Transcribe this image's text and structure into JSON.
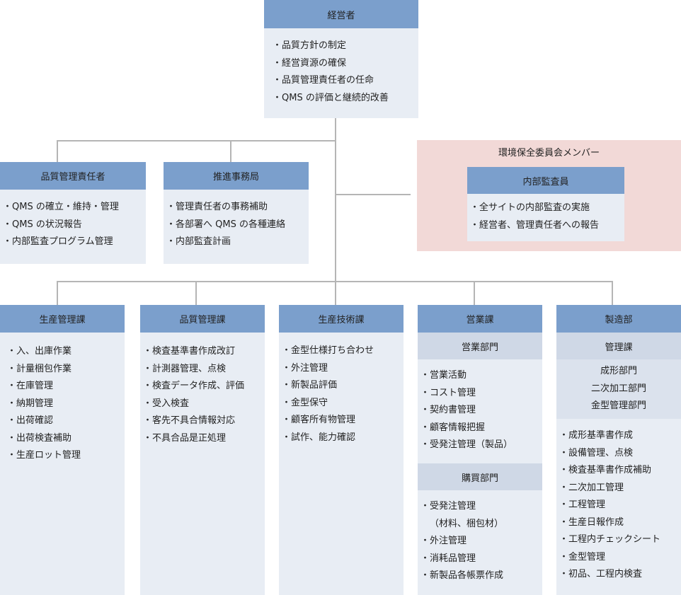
{
  "top": {
    "title": "経営者",
    "items": [
      "品質方針の制定",
      "経営資源の確保",
      "品質管理責任者の任命",
      "QMS の評価と継続的改善"
    ]
  },
  "qm_rep": {
    "title": "品質管理責任者",
    "items": [
      "QMS の確立・維持・管理",
      "QMS の状況報告",
      "内部監査プログラム管理"
    ]
  },
  "office": {
    "title": "推進事務局",
    "items": [
      "管理責任者の事務補助",
      "各部署へ QMS の各種連絡",
      "内部監査計画"
    ]
  },
  "env": {
    "label": "環境保全委員会メンバー",
    "title": "内部監査員",
    "items": [
      "全サイトの内部監査の実施",
      "経営者、管理責任者への報告"
    ]
  },
  "depts": [
    {
      "title": "生産管理課",
      "items": [
        "入、出庫作業",
        "計量梱包作業",
        "在庫管理",
        "納期管理",
        "出荷確認",
        "出荷検査補助",
        "生産ロット管理"
      ]
    },
    {
      "title": "品質管理課",
      "items": [
        "検査基準書作成改訂",
        "計測器管理、点検",
        "検査データ作成、評価",
        "受入検査",
        "客先不具合情報対応",
        "不具合品是正処理"
      ]
    },
    {
      "title": "生産技術課",
      "items": [
        "金型仕様打ち合わせ",
        "外注管理",
        "新製品評価",
        "金型保守",
        "顧客所有物管理",
        "試作、能力確認"
      ]
    },
    {
      "title": "営業課",
      "sub1": "営業部門",
      "items1": [
        "営業活動",
        "コスト管理",
        "契約書管理",
        "顧客情報把握",
        "受発注管理（製品）"
      ],
      "sub2": "購買部門",
      "items2": [
        "受発注管理",
        "（材料、梱包材）",
        "外注管理",
        "消耗品管理",
        "新製品各帳票作成"
      ]
    },
    {
      "title": "製造部",
      "sub1": "管理課",
      "sections": [
        "成形部門",
        "二次加工部門",
        "金型管理部門"
      ],
      "items": [
        "成形基準書作成",
        "設備管理、点検",
        "検査基準書作成補助",
        "二次加工管理",
        "工程管理",
        "生産日報作成",
        "工程内チェックシート",
        "金型管理",
        "初品、工程内検査"
      ]
    }
  ]
}
